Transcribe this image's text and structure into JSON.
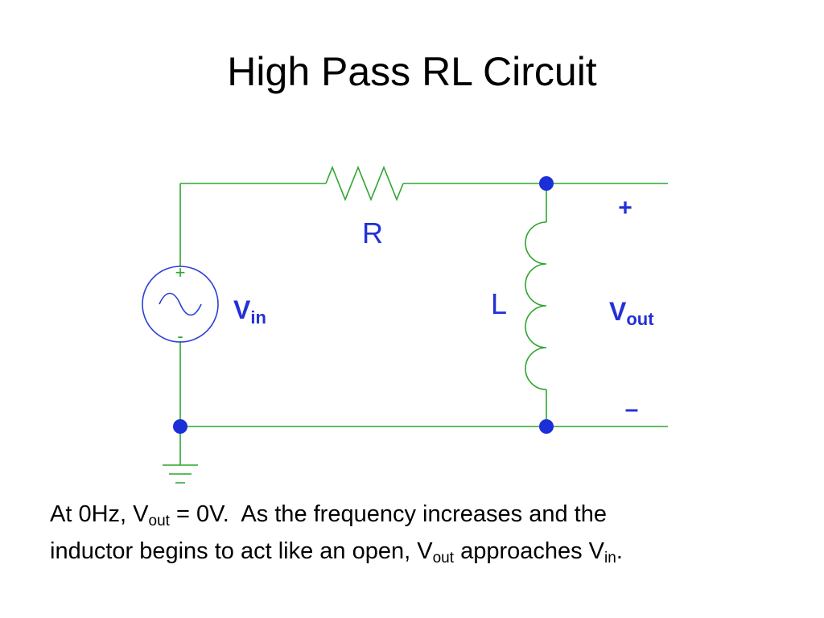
{
  "slide": {
    "title": "High Pass RL Circuit"
  },
  "diagram": {
    "resistor_label": "R",
    "inductor_label": "L",
    "vin_label": "V",
    "vin_subscript": "in",
    "vout_label": "V",
    "vout_subscript": "out",
    "source_plus": "+",
    "source_minus": "-",
    "output_plus": "+",
    "output_minus": "–",
    "colors": {
      "wire": "#2ea52e",
      "component": "#2b3fd6",
      "label": "#2430d8"
    }
  },
  "caption": {
    "line1_a": "At 0Hz, V",
    "line1_sub": "out",
    "line1_b": " = 0V.  As the frequency increases and the",
    "line2_a": "inductor begins to act like an open, V",
    "line2_sub": "out",
    "line2_b": " approaches V",
    "line2_sub2": "in",
    "line2_c": "."
  }
}
